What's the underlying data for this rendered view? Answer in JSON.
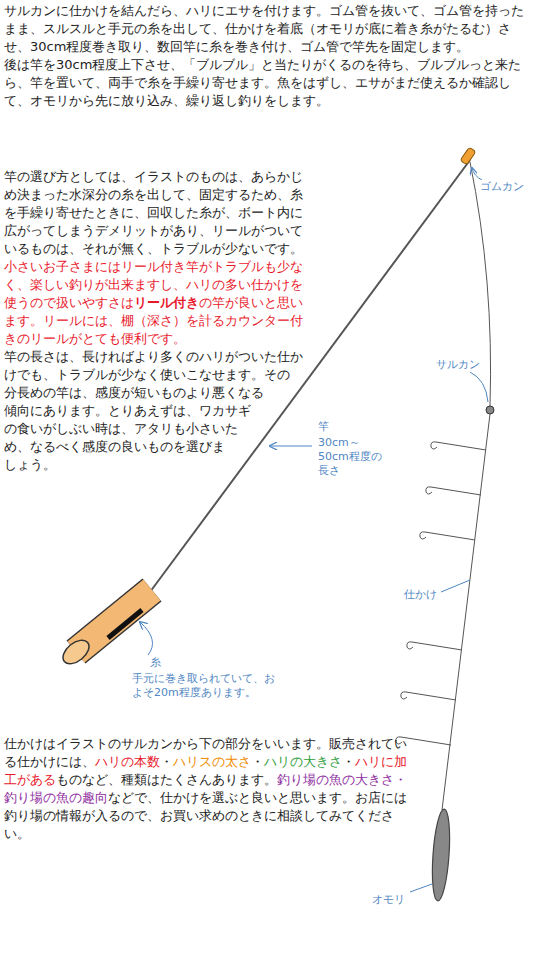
{
  "diagram": {
    "labels": [
      "サルカンに仕かけを結んだら、ハリにエサを付けます。ゴム管を抜いて、ゴム管を持ったまま、スルスルと手元の糸を出して、仕かけを着底（オモリが底に着き糸がたるむ）させ、30cm程度巻き取り、数回竿に糸を巻き付け、ゴム管で竿先を固定します。",
      "後は竿を30cm程度上下させ、「ブルブル」と当たりがくるのを待ち、ブルブルっと来たら、竿を置いて、両手で糸を手繰り寄せます。魚をはずし、エサがまだ使えるか確認して、オモリから先に放り込み、繰り返し釣りをします。",
      "竿の選び方としては、イラストのものは、あらかじめ決まった水深分の糸を出して、固定するため、糸を手繰り寄せたときに、回収した糸が、ボート内に広がってしまうデメリットがあり、リールがついているものは、それが無く、トラブルが少ないです。",
      "小さいお子さまにはリール付き竿がトラブルも少なく、楽しい釣りが出来ますし、ハリの多い仕かけを使うので扱いやすさは",
      "リール付き",
      "の竿が良いと思います。リールには、棚（深さ）を計るカウンター付きのリールがとても便利です。",
      "竿の長さは、長ければより多くのハリがついた仕かけでも、トラブルが少なく使いこなせます。その分長めの竿は、感度が短いものより悪くなる傾向にあります。とりあえずは、ワカサギの食いがしぶい時は、アタリも小さいため、なるべく感度の良いものを選びましょう。",
      "仕かけはイラストのサルカンから下の部分をいいます。販売されている仕かけには、",
      "ハリの本数",
      "・",
      "ハリスの太さ",
      "・",
      "ハリの大きさ",
      "・",
      "ハリに加工がある",
      "ものなど、種類はたくさんあります。",
      "釣り場の魚の大きさ・釣り場の魚の趣向",
      "などで、仕かけを選ぶと良いと思います。お店には釣り場の情報が入るので、お買い求めのときに相談してみてください。",
      "ゴムカン",
      "サルカン",
      "竿",
      "30cm～50cm程度の長さ",
      "仕かけ",
      "糸",
      "手元に巻き取られていて、およそ20m程度あります。",
      "オモリ"
    ]
  }
}
